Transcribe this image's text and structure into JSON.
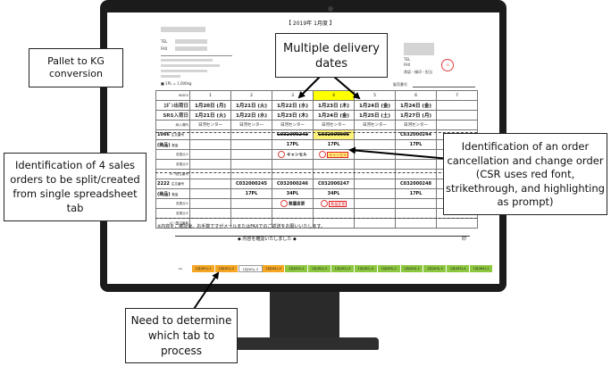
{
  "sheet": {
    "title": "【 2019年 1月度 】",
    "header_left": {
      "tel": "TEL",
      "fax": "FAX"
    },
    "header_right": {
      "tel": "TEL",
      "fax": "FAX",
      "approval": "承認・検印・担当"
    },
    "order_number_label": "販売番号",
    "conversion_note": "■ 1PL = 1,000kg",
    "row_labels": {
      "index": "INDEX",
      "ship_date": "ｴﾎﾞﾝ出荷日",
      "arrival_date": "SRS入荷日",
      "destination": "納入場所",
      "order_no": "注文番号",
      "qty": "数量",
      "change1": "変更点①",
      "change2": "変更点②",
      "extra": "ｴﾎﾞﾝ受注番号"
    },
    "index": [
      "1",
      "2",
      "3",
      "4",
      "5",
      "6",
      "7"
    ],
    "ship_dates": [
      "1月20日 (月)",
      "1月21日 (火)",
      "1月22日 (水)",
      "1月23日 (木)",
      "1月24日 (金)",
      "1月24日 (金)",
      ""
    ],
    "arrival_dates": [
      "1月21日 (火)",
      "1月22日 (水)",
      "1月23日 (木)",
      "1月24日 (金)",
      "1月25日 (土)",
      "1月27日 (月)",
      ""
    ],
    "destinations": [
      "日河センター",
      "日河センター",
      "日河センター",
      "日河センター",
      "日河センター",
      "日河センター",
      ""
    ],
    "group1": {
      "code": "1066",
      "name": "(商品)",
      "orders": [
        "",
        "",
        "C032000243",
        "C032000095",
        "",
        "C032000244",
        ""
      ],
      "qty": [
        "",
        "",
        "17PL",
        "17PL",
        "",
        "17PL",
        ""
      ],
      "cancel_label": "キャンセル",
      "cancel_label_red": "キャンセル"
    },
    "group2": {
      "code": "2222",
      "name": "(商品)",
      "orders": [
        "",
        "C032000245",
        "C032000246",
        "C032000247",
        "",
        "C032000248",
        ""
      ],
      "qty": [
        "",
        "17PL",
        "34PL",
        "34PL",
        "",
        "17PL",
        ""
      ],
      "change_label": "数量変更",
      "change_label_red": "数量変更"
    },
    "notice": "※内容をご確認後、お手数ですがメールまたはFAXでのご返送をお願いいたします。",
    "confirm": "◆  内容を確認いたしました  ◆",
    "confirm_stamp": "印",
    "tabs": [
      "1月(W1)-1",
      "1月(W1)-2",
      "1月(W1)-3",
      "1月(W1)-4",
      "1月(W2)-1",
      "1月(W2)-2",
      "1月(W2)-3",
      "1月(W2)-4",
      "1月(W3)-1",
      "1月(W3)-2",
      "1月(W3)-3",
      "1月(W3)-4",
      "1月(W4)-1"
    ]
  },
  "callouts": {
    "pallet": "Pallet to KG conversion",
    "delivery": "Multiple delivery dates",
    "sales_orders": "Identification of 4 sales orders to be split/created from single spreadsheet tab",
    "cancellation": "Identification of an order cancellation and change order (CSR uses red font, strikethrough, and highlighting as prompt)",
    "tab": "Need to determine which tab to process"
  }
}
